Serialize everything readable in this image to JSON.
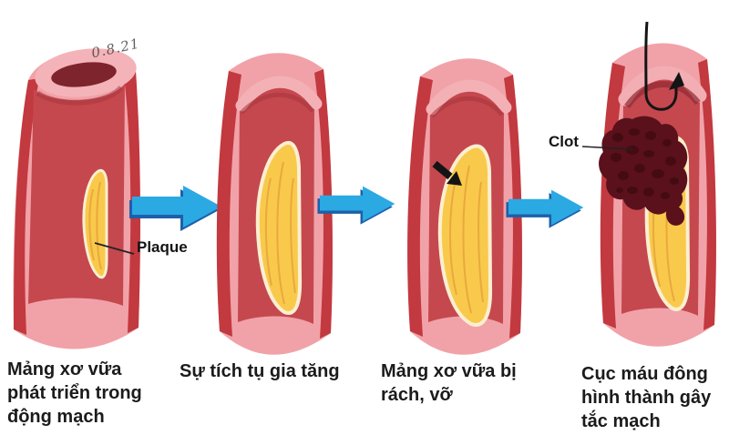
{
  "diagram": {
    "description": "Atherosclerosis progression in an artery, four stages",
    "annotations": {
      "handwritten_mark": "0.8.21",
      "plaque_label": "Plaque",
      "clot_label": "Clot"
    },
    "stages": [
      {
        "id": 1,
        "caption_lines": [
          "Mảng xơ vữa",
          "phát triển trong",
          "động mạch"
        ]
      },
      {
        "id": 2,
        "caption_lines": [
          "Sự tích tụ gia tăng"
        ]
      },
      {
        "id": 3,
        "caption_lines": [
          "Mảng xơ vữa bị",
          "rách, vỡ"
        ]
      },
      {
        "id": 4,
        "caption_lines": [
          "Cục máu đông",
          "hình thành gây",
          "tắc mạch"
        ]
      }
    ],
    "colors": {
      "artery_wall_pink": "#F1A2A8",
      "artery_rim_light_pink": "#F4B3B8",
      "artery_edge_crimson": "#C2393F",
      "lumen_red": "#C5484F",
      "lumen_shadow": "#A5343B",
      "opening_hole_dark": "#7E242C",
      "plaque_yellow": "#F9C94B",
      "plaque_border_cream": "#FAEFD0",
      "plaque_texture_orange": "#E5A13B",
      "clot_maroon": "#5A111B",
      "clot_spot_dark": "#420A11",
      "flow_arrow_blue": "#2BA9E2",
      "flow_arrow_shadow_blue": "#1E5FA9",
      "caption_text": "#1B1B1B",
      "annotation_black": "#141414"
    }
  }
}
